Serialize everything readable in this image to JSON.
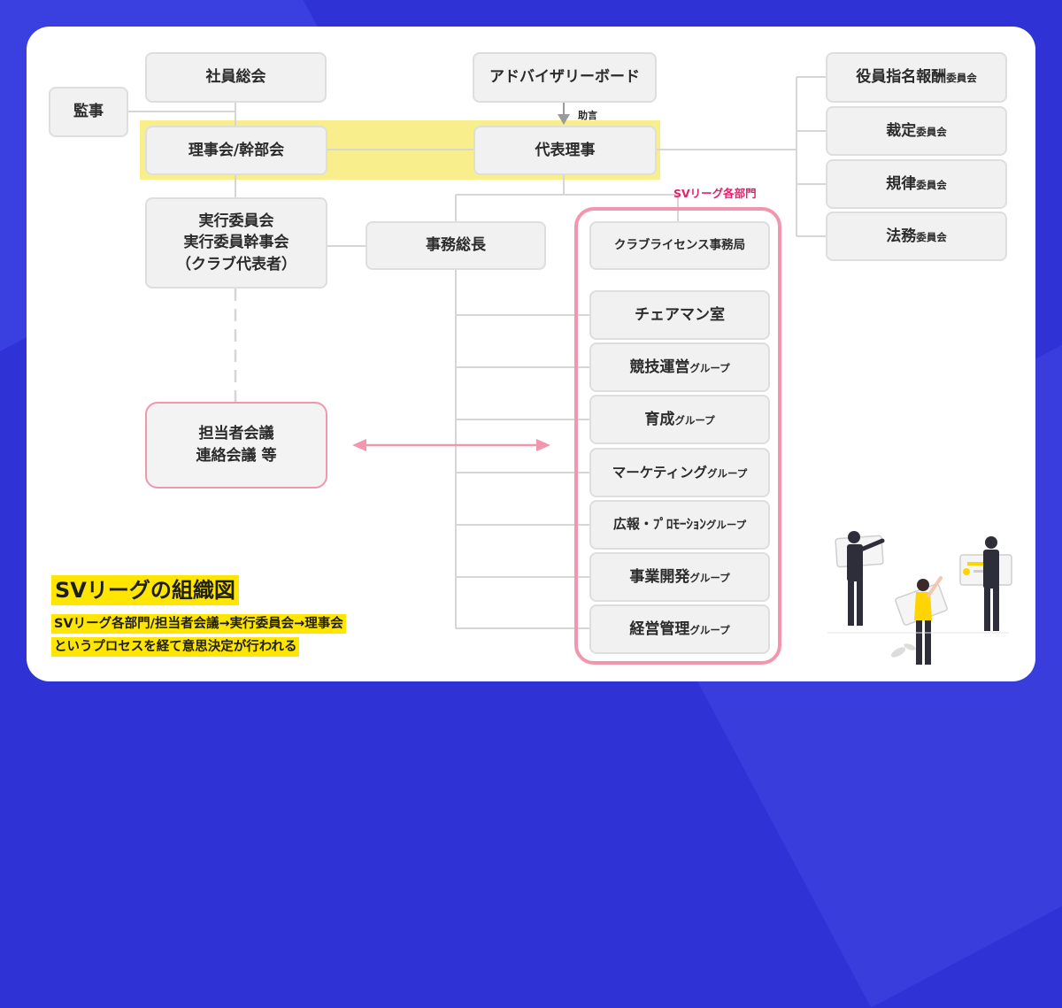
{
  "diagram": {
    "top_nodes": {
      "general_assembly": "社員総会",
      "auditor": "監事",
      "advisory_board": "アドバイザリーボード",
      "advice_label": "助言",
      "board": "理事会/幹部会",
      "representative": "代表理事"
    },
    "committees": {
      "c1": {
        "main": "役員指名報酬",
        "suffix": "委員会"
      },
      "c2": {
        "main": "裁定",
        "suffix": "委員会"
      },
      "c3": {
        "main": "規律",
        "suffix": "委員会"
      },
      "c4": {
        "main": "法務",
        "suffix": "委員会"
      }
    },
    "executive_committee": {
      "line1": "実行委員会",
      "line2": "実行委員幹事会",
      "line3": "（クラブ代表者）"
    },
    "secretary_general": "事務総長",
    "departments_label": "SVリーグ各部門",
    "departments": {
      "d1": {
        "main": "クラブライセンス事務局",
        "suffix": ""
      },
      "d2": {
        "main": "チェアマン室",
        "suffix": ""
      },
      "d3": {
        "main": "競技運営",
        "suffix": "グループ"
      },
      "d4": {
        "main": "育成",
        "suffix": "グループ"
      },
      "d5": {
        "main": "マーケティング",
        "suffix": "グループ"
      },
      "d6": {
        "main": "広報・ﾌﾟﾛﾓｰｼｮﾝ",
        "suffix": "グループ"
      },
      "d7": {
        "main": "事業開発",
        "suffix": "グループ"
      },
      "d8": {
        "main": "経営管理",
        "suffix": "グループ"
      }
    },
    "meetings": {
      "line1": "担当者会議",
      "line2": "連絡会議 等"
    }
  },
  "caption": {
    "title": "SVリーグの組織図",
    "line1": "SVリーグ各部門/担当者会議→実行委員会→理事会",
    "line2": "というプロセスを経て意思決定が行われる"
  },
  "colors": {
    "background": "#2f33d6",
    "highlight": "#f8ee8c",
    "pink": "#f196ac",
    "label_pink": "#e8206c",
    "caption_yellow": "#ffe600"
  }
}
